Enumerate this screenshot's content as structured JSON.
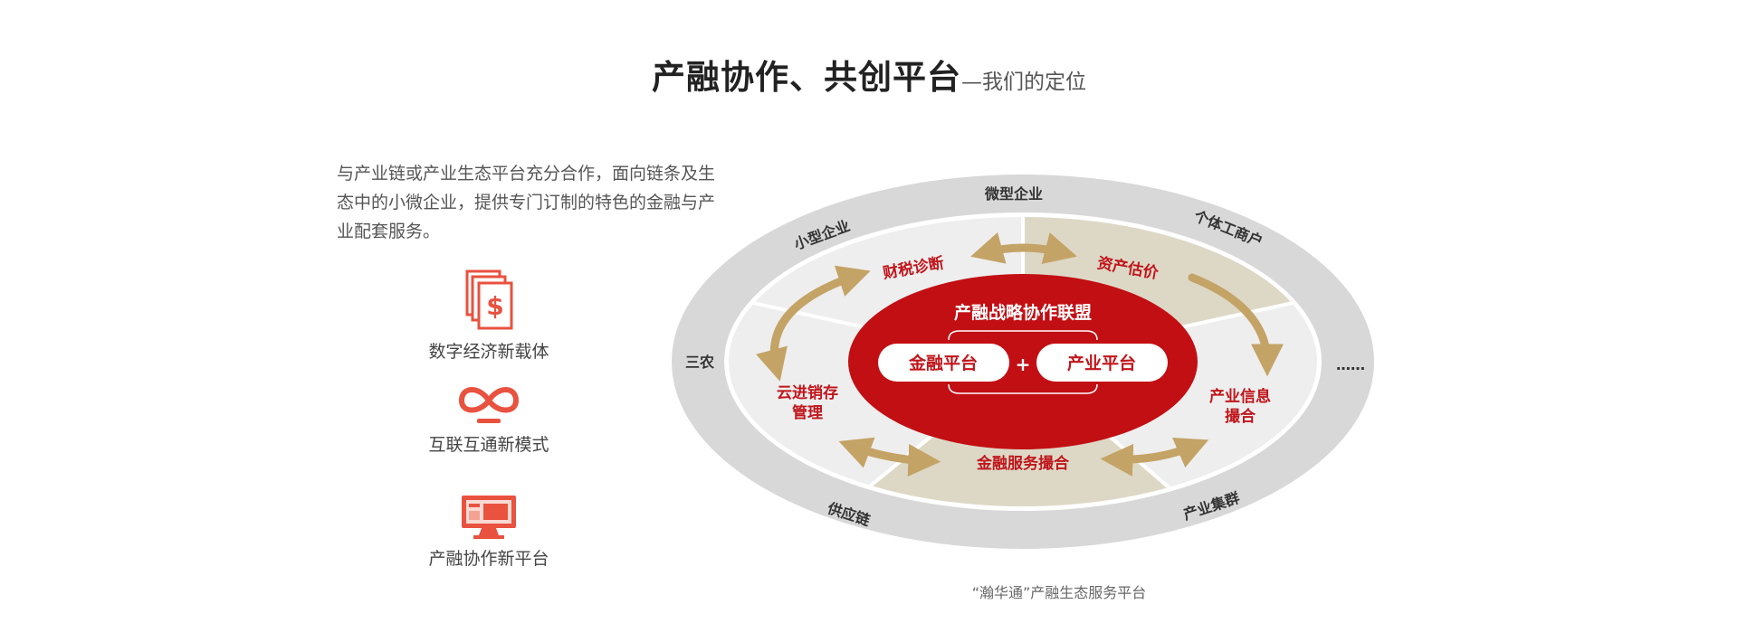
{
  "header": {
    "title": "产融协作、共创平台",
    "subtitle": "—我们的定位"
  },
  "intro": {
    "text": "与产业链或产业生态平台充分合作，面向链条及生态中的小微企业，提供专门订制的特色的金融与产业配套服务。"
  },
  "features": [
    {
      "label": "数字经济新载体",
      "icon": "dollar-documents-icon"
    },
    {
      "label": "互联互通新模式",
      "icon": "infinity-link-icon"
    },
    {
      "label": "产融协作新平台",
      "icon": "monitor-platform-icon"
    }
  ],
  "diagram": {
    "outer_ring": [
      "微型企业",
      "个体工商户",
      "……",
      "产业集群",
      "供应链",
      "三农",
      "小型企业"
    ],
    "services": {
      "top_left": "财税诊断",
      "top_right": "资产估价",
      "right_line1": "产业信息",
      "right_line2": "撮合",
      "bottom": "金融服务撮合",
      "left_line1": "云进销存",
      "left_line2": "管理"
    },
    "core": {
      "title": "产融战略协作联盟",
      "left": "金融平台",
      "plus": "+",
      "right": "产业平台"
    },
    "colors": {
      "core_red": "#c20f14",
      "accent_red": "#c0151b",
      "arrow_gold": "#c4a366",
      "outer_gray": "#d8d8d8",
      "sector_beige": "#ddd8c6",
      "sector_light": "#eeeeee",
      "icon_coral": "#e8523f"
    }
  },
  "caption": "“瀚华通”产融生态服务平台"
}
